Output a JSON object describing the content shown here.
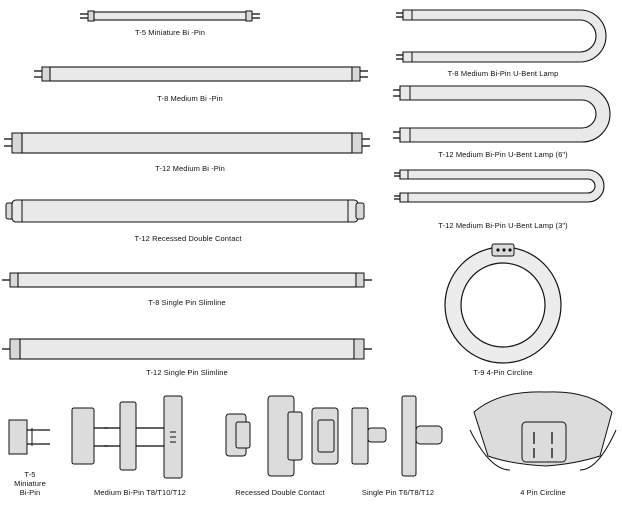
{
  "labels": {
    "t5_mini": "T-5 Miniature Bi -Pin",
    "t8_bipin": "T-8 Medium Bi -Pin",
    "t12_bipin": "T-12 Medium Bi -Pin",
    "t12_recessed": "T-12 Recessed Double Contact",
    "t8_slimline": "T-8 Single Pin Slimline",
    "t12_slimline": "T-12 Single Pin Slimline",
    "t8_ubent": "T-8 Medium Bi-Pin U-Bent Lamp",
    "t12_ubent6": "T-12 Medium Bi-Pin U-Bent Lamp (6\")",
    "t12_ubent3": "T-12 Medium Bi-Pin U-Bent Lamp (3\")",
    "t9_circline": "T-9 4-Pin Circline"
  },
  "bases": {
    "t5_line1": "T-5",
    "t5_line2": "Miniature",
    "t5_line3": "Bi-Pin",
    "medium_bipin": "Medium Bi-Pin T8/T10/T12",
    "recessed": "Recessed Double Contact",
    "single_pin": "Single Pin T6/T8/T12",
    "four_pin": "4 Pin Circline"
  }
}
